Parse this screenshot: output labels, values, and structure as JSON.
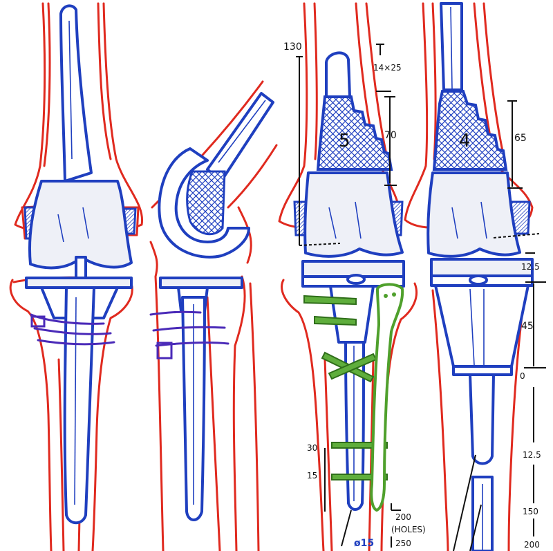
{
  "panels": [
    {
      "id": "panel-1"
    },
    {
      "id": "panel-2"
    },
    {
      "id": "panel-3",
      "component_label": "5"
    },
    {
      "id": "panel-4",
      "component_label": "4"
    }
  ],
  "dimensions": {
    "d130": "130",
    "d14x25": "14×25",
    "d70": "70",
    "d65": "65",
    "d12_5_top": "12.5",
    "d45": "45",
    "d0": "0",
    "d12_5_bottom": "12.5",
    "d150": "150",
    "d200_right": "200",
    "d30": "30",
    "d15": "15",
    "d200_holes": "200",
    "holes": "(HOLES)",
    "d250": "250",
    "diameter": "ø15"
  },
  "colors": {
    "bone": "#e02a1f",
    "implant": "#1f3fbf",
    "wire": "#4a2ab8",
    "plate": "#4fa02c",
    "annotation": "#111111"
  }
}
